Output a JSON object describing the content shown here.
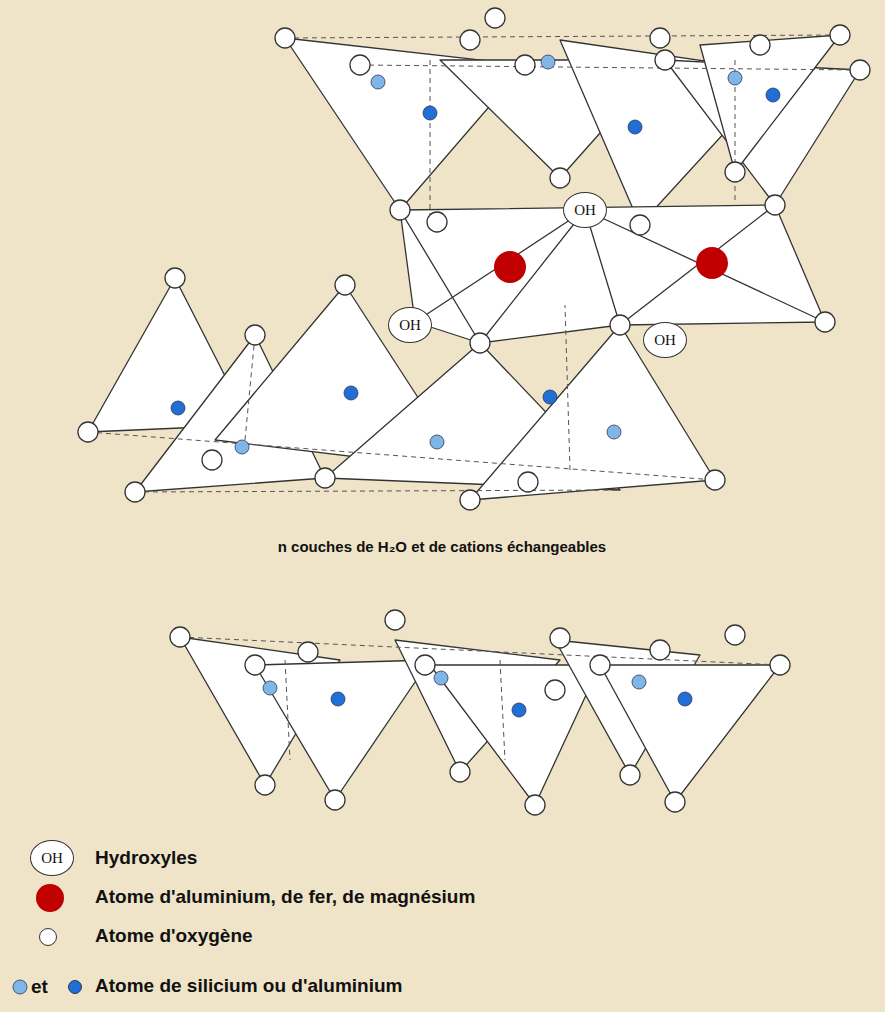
{
  "diagram": {
    "nodes": [
      {
        "text": [
          "OH"
        ]
      },
      {
        "text": [
          "OH"
        ]
      },
      {
        "text": [
          "OH"
        ]
      },
      {
        "text": [
          "OH"
        ]
      }
    ],
    "labels": [
      "n couches de H₂O et de cations échangeables",
      "et"
    ],
    "legend": [
      {
        "text": "Hydroxyles"
      },
      {
        "text": "Atome d'aluminium, de fer, de magnésium",
        "color": "#c00000"
      },
      {
        "text": "Atome d'oxygène",
        "color": "#ffffff"
      },
      {
        "text": "Atome de silicium ou d'aluminium",
        "color": "#1f6fd6"
      }
    ]
  }
}
